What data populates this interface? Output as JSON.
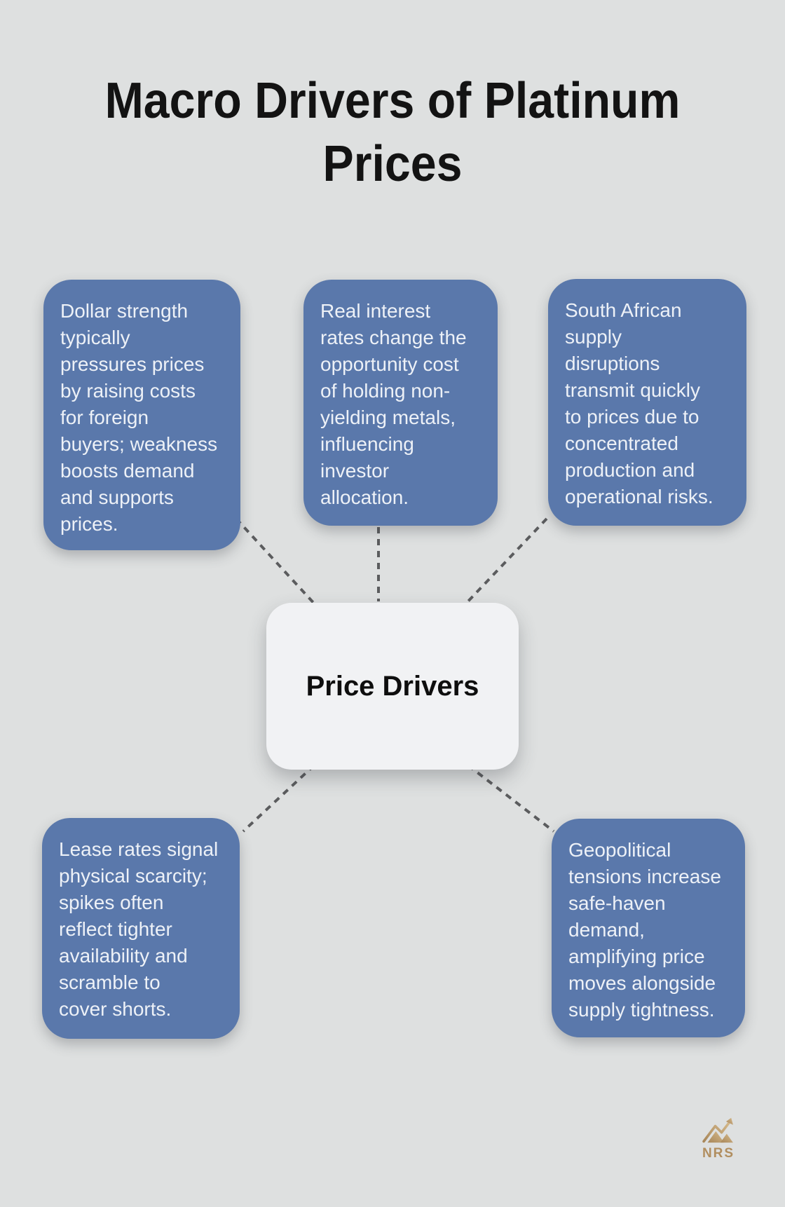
{
  "title": {
    "text": "Macro Drivers of Platinum\nPrices"
  },
  "center": {
    "label": "Price Drivers"
  },
  "cards": [
    {
      "id": "dollar-strength",
      "text": "Dollar strength\ntypically\npressures prices\nby raising costs\nfor foreign\nbuyers; weakness\nboosts demand\nand supports\nprices."
    },
    {
      "id": "real-interest-rates",
      "text": "Real interest\nrates change the\nopportunity cost\nof holding non-\nyielding metals,\ninfluencing\ninvestor\nallocation."
    },
    {
      "id": "south-african-supply",
      "text": "South African\nsupply\ndisruptions\ntransmit quickly\nto prices due to\nconcentrated\nproduction and\noperational risks."
    },
    {
      "id": "lease-rates",
      "text": "Lease rates signal\nphysical scarcity;\nspikes often\nreflect tighter\navailability and\nscramble to\ncover shorts."
    },
    {
      "id": "geopolitical-tensions",
      "text": "Geopolitical\ntensions increase\nsafe-haven\ndemand,\namplifying price\nmoves alongside\nsupply tightness."
    }
  ],
  "logo": {
    "text": "NRS"
  },
  "colors": {
    "background": "#dee0e0",
    "card_fill": "#5a78ab",
    "card_text": "#edf1f7",
    "center_fill": "#f1f2f4",
    "center_text": "#0e0e0e",
    "title_text": "#131313",
    "connector_dash": "#5b5c5e",
    "logo_gold": "#b18e5f"
  }
}
